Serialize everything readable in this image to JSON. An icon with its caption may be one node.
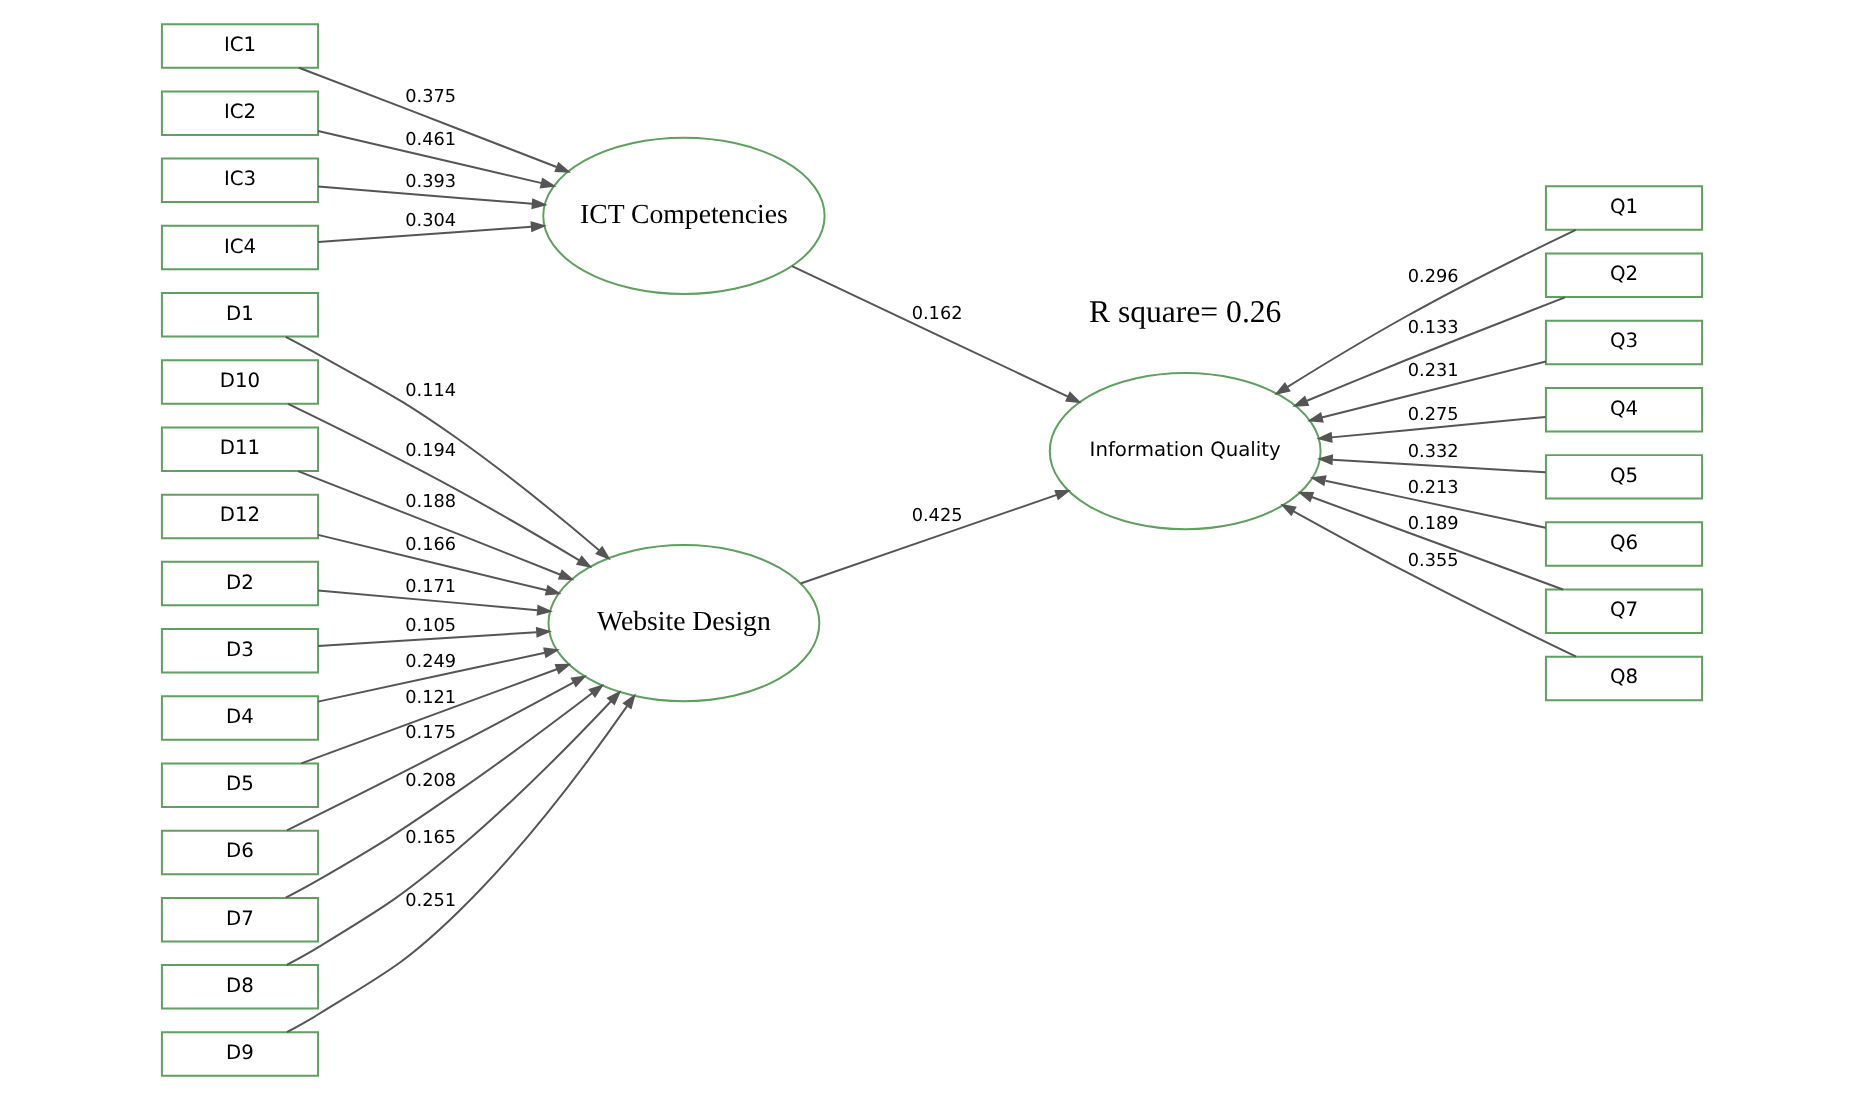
{
  "diagram": {
    "nodes": [
      {
        "text": [
          "IC1"
        ]
      },
      {
        "text": [
          "IC2"
        ]
      },
      {
        "text": [
          "IC3"
        ]
      },
      {
        "text": [
          "IC4"
        ]
      },
      {
        "text": [
          "ICT Competencies"
        ]
      },
      {
        "text": [
          "D1"
        ]
      },
      {
        "text": [
          "D10"
        ]
      },
      {
        "text": [
          "D11"
        ]
      },
      {
        "text": [
          "D12"
        ]
      },
      {
        "text": [
          "D2"
        ]
      },
      {
        "text": [
          "D3"
        ]
      },
      {
        "text": [
          "D4"
        ]
      },
      {
        "text": [
          "D5"
        ]
      },
      {
        "text": [
          "D6"
        ]
      },
      {
        "text": [
          "D7"
        ]
      },
      {
        "text": [
          "D8"
        ]
      },
      {
        "text": [
          "D9"
        ]
      },
      {
        "text": [
          "Website Design"
        ]
      },
      {
        "text": [
          "Information Quality"
        ]
      },
      {
        "text": [
          "Q1"
        ]
      },
      {
        "text": [
          "Q2"
        ]
      },
      {
        "text": [
          "Q3"
        ]
      },
      {
        "text": [
          "Q4"
        ]
      },
      {
        "text": [
          "Q5"
        ]
      },
      {
        "text": [
          "Q6"
        ]
      },
      {
        "text": [
          "Q7"
        ]
      },
      {
        "text": [
          "Q8"
        ]
      }
    ],
    "edges": [
      {
        "from": 0,
        "to": 4,
        "arrow": "to",
        "label": "0.375"
      },
      {
        "from": 1,
        "to": 4,
        "arrow": "to",
        "label": "0.461"
      },
      {
        "from": 2,
        "to": 4,
        "arrow": "to",
        "label": "0.393"
      },
      {
        "from": 3,
        "to": 4,
        "arrow": "to",
        "label": "0.304"
      },
      {
        "from": 5,
        "to": 17,
        "arrow": "to",
        "label": "0.114"
      },
      {
        "from": 6,
        "to": 17,
        "arrow": "to",
        "label": "0.194"
      },
      {
        "from": 7,
        "to": 17,
        "arrow": "to",
        "label": "0.188"
      },
      {
        "from": 8,
        "to": 17,
        "arrow": "to",
        "label": "0.166"
      },
      {
        "from": 9,
        "to": 17,
        "arrow": "to",
        "label": "0.171"
      },
      {
        "from": 10,
        "to": 17,
        "arrow": "to",
        "label": "0.105"
      },
      {
        "from": 11,
        "to": 17,
        "arrow": "to",
        "label": "0.249"
      },
      {
        "from": 12,
        "to": 17,
        "arrow": "to",
        "label": "0.121"
      },
      {
        "from": 13,
        "to": 17,
        "arrow": "to",
        "label": "0.175"
      },
      {
        "from": 14,
        "to": 17,
        "arrow": "to",
        "label": "0.208"
      },
      {
        "from": 15,
        "to": 17,
        "arrow": "to",
        "label": "0.165"
      },
      {
        "from": 16,
        "to": 17,
        "arrow": "to",
        "label": "0.251"
      },
      {
        "from": 4,
        "to": 18,
        "arrow": "to",
        "label": "0.162"
      },
      {
        "from": 17,
        "to": 18,
        "arrow": "to",
        "label": "0.425"
      },
      {
        "from": 19,
        "to": 18,
        "arrow": "to",
        "label": "0.296"
      },
      {
        "from": 20,
        "to": 18,
        "arrow": "to",
        "label": "0.133"
      },
      {
        "from": 21,
        "to": 18,
        "arrow": "to",
        "label": "0.231"
      },
      {
        "from": 22,
        "to": 18,
        "arrow": "to",
        "label": "0.275"
      },
      {
        "from": 23,
        "to": 18,
        "arrow": "to",
        "label": "0.332"
      },
      {
        "from": 24,
        "to": 18,
        "arrow": "to",
        "label": "0.213"
      },
      {
        "from": 25,
        "to": 18,
        "arrow": "to",
        "label": "0.189"
      },
      {
        "from": 26,
        "to": 18,
        "arrow": "to",
        "label": "0.355"
      }
    ],
    "labels": [
      "R square= 0.26"
    ]
  }
}
